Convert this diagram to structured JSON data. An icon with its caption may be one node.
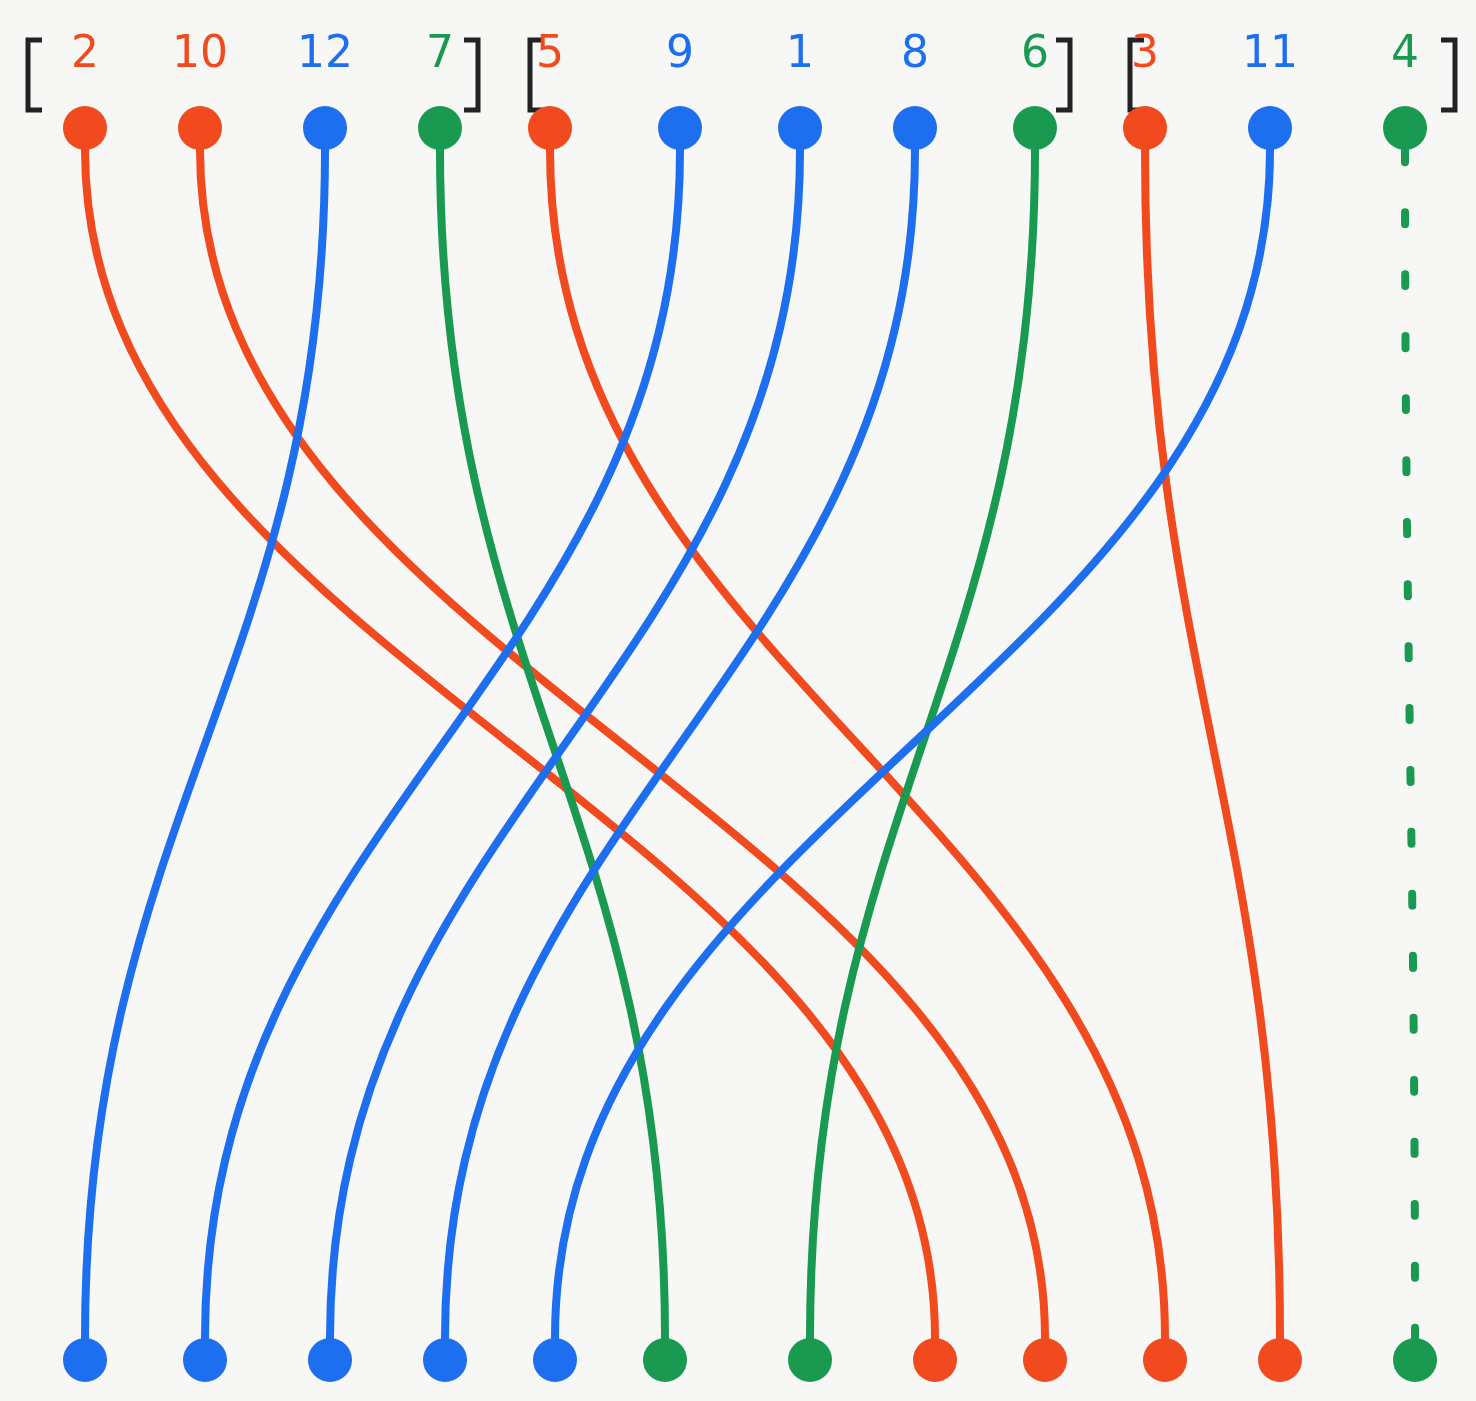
{
  "diagram": {
    "nodes": [
      {
        "text": [
          "2"
        ]
      },
      {
        "text": [
          "10"
        ]
      },
      {
        "text": [
          "12"
        ]
      },
      {
        "text": [
          "7"
        ]
      },
      {
        "text": [
          "5"
        ]
      },
      {
        "text": [
          "9"
        ]
      },
      {
        "text": [
          "1"
        ]
      },
      {
        "text": [
          "8"
        ]
      },
      {
        "text": [
          "6"
        ]
      },
      {
        "text": [
          "3"
        ]
      },
      {
        "text": [
          "11"
        ]
      },
      {
        "text": [
          "4"
        ]
      },
      {
        "text": [],
        "shape": "circle"
      },
      {
        "text": [],
        "shape": "circle"
      },
      {
        "text": [],
        "shape": "circle"
      },
      {
        "text": [],
        "shape": "circle"
      },
      {
        "text": [],
        "shape": "circle"
      },
      {
        "text": [],
        "shape": "circle"
      },
      {
        "text": [],
        "shape": "circle"
      },
      {
        "text": [],
        "shape": "circle"
      },
      {
        "text": [],
        "shape": "circle"
      },
      {
        "text": [],
        "shape": "circle"
      },
      {
        "text": [],
        "shape": "circle"
      },
      {
        "text": [],
        "shape": "circle"
      }
    ],
    "edges": [
      {
        "from": 0,
        "to": 19,
        "arrow": "none",
        "color": "#f04a1e"
      },
      {
        "from": 1,
        "to": 20,
        "arrow": "none",
        "color": "#f04a1e"
      },
      {
        "from": 2,
        "to": 12,
        "arrow": "none"
      },
      {
        "from": 3,
        "to": 17,
        "arrow": "none",
        "color": "#1a9a50"
      },
      {
        "from": 4,
        "to": 21,
        "arrow": "none",
        "color": "#f04a1e"
      },
      {
        "from": 5,
        "to": 13,
        "arrow": "none"
      },
      {
        "from": 6,
        "to": 14,
        "arrow": "none"
      },
      {
        "from": 7,
        "to": 15,
        "arrow": "none"
      },
      {
        "from": 8,
        "to": 18,
        "arrow": "none",
        "color": "#1a9a50"
      },
      {
        "from": 9,
        "to": 22,
        "arrow": "none",
        "color": "#f04a1e"
      },
      {
        "from": 10,
        "to": 16,
        "arrow": "none"
      },
      {
        "from": 11,
        "to": 23,
        "arrow": "none",
        "style": "dashed",
        "color": "#1a9a50"
      }
    ]
  }
}
